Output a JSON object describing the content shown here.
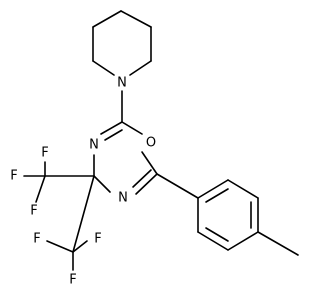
{
  "molecule": {
    "atoms": {
      "piperidine_n": "N",
      "ring_o": "O",
      "ring_n_upper": "N",
      "ring_n_lower": "N",
      "f_upper_1": "F",
      "f_upper_2": "F",
      "f_upper_3": "F",
      "f_lower_1": "F",
      "f_lower_2": "F",
      "f_lower_3": "F"
    }
  }
}
